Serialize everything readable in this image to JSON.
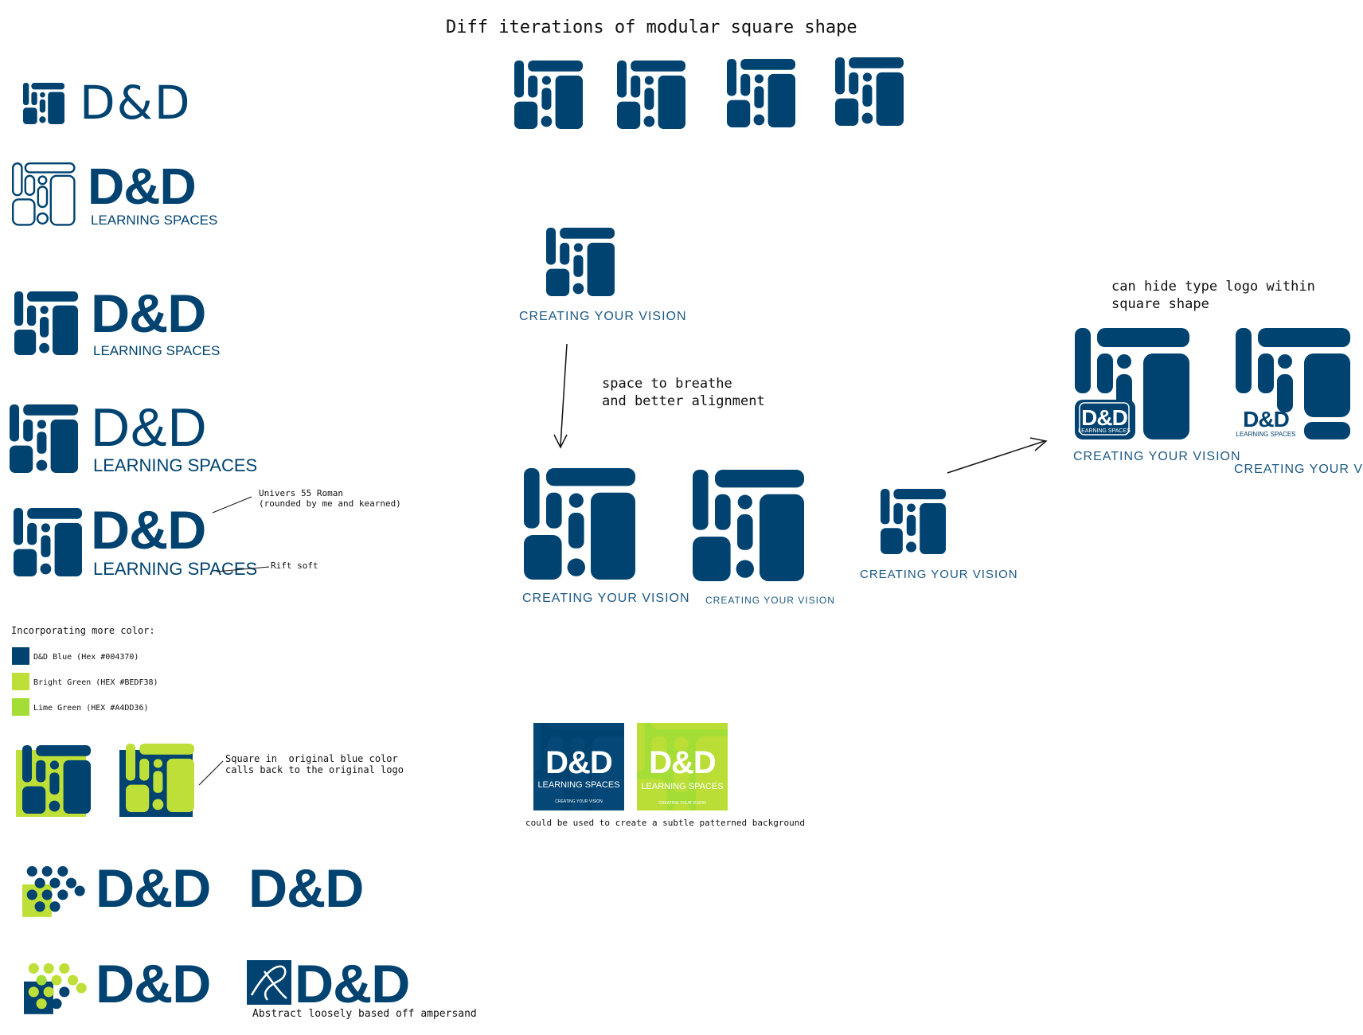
{
  "page": {
    "title": "Diff iterations of modular square shape"
  },
  "colors": {
    "blue": "#004370",
    "bright_green": "#BEDF38",
    "lime_green": "#A4DD36"
  },
  "wordmark": {
    "main": "D&D",
    "sub": "LEARNING SPACES",
    "tagline": "CREATING YOUR VISION"
  },
  "annotations": {
    "univers": "Univers 55 Roman",
    "univers_note": "(rounded by me and kearned)",
    "rift": "Rift soft",
    "breathe_line1": "space to breathe",
    "breathe_line2": "and better alignment",
    "hide_line1": "can hide type logo within",
    "hide_line2": "square shape",
    "color_heading": "Incorporating more color:",
    "square_note_line1": "Square in  original blue color",
    "square_note_line2": "calls back to the original logo",
    "pattern_note": "could be used to create a subtle patterned background",
    "abstract_note": "Abstract loosely based off ampersand"
  },
  "swatches": [
    {
      "label": "D&D Blue (Hex #004370)",
      "color": "#004370"
    },
    {
      "label": "Bright Green (HEX #BEDF38)",
      "color": "#BEDF38"
    },
    {
      "label": "Lime Green (HEX #A4DD36)",
      "color": "#A4DD36"
    }
  ]
}
